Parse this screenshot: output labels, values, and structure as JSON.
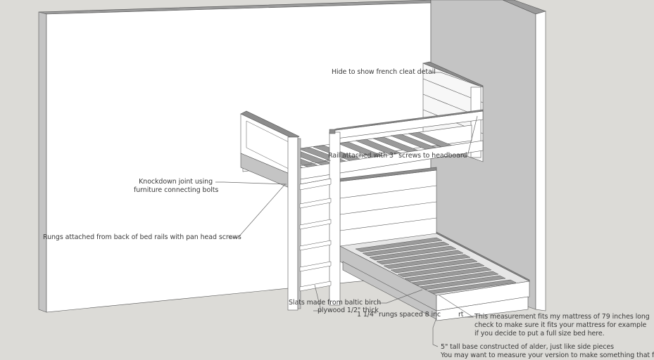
{
  "colors": {
    "background": "#dcdbd7",
    "wall_face": "#ffffff",
    "wall_side": "#c4c4c4",
    "wall_top": "#9a9a9a",
    "edge": "#555555",
    "slat": "#8c8c8c",
    "leader": "#6a6a6a"
  },
  "annotations": {
    "french_cleat": "Hide to show french cleat detail",
    "knockdown_line1": "Knockdown joint using",
    "knockdown_line2": "furniture connecting bolts",
    "rail_headboard": "Rail attached with 3\" screws to headboard",
    "rungs_attached": "Rungs attached from back of bed rails with pan head screws",
    "slats_line1": "Slats made from baltic birch",
    "slats_line2": "plywood 1/2\" thick",
    "rungs_spaced": "1 1/4\" rungs spaced 8 inc",
    "rt_fragment": "rt",
    "measurement_line1": "This measurement fits my mattress of 79 inches long",
    "measurement_line2": "check to make sure it fits your mattress for example",
    "measurement_line3": "if you decide to put a full size bed here.",
    "base_line1": "5\" tall base constructed of alder, just like side pieces",
    "base_line2": "You may want to measure your version to make something that f"
  }
}
